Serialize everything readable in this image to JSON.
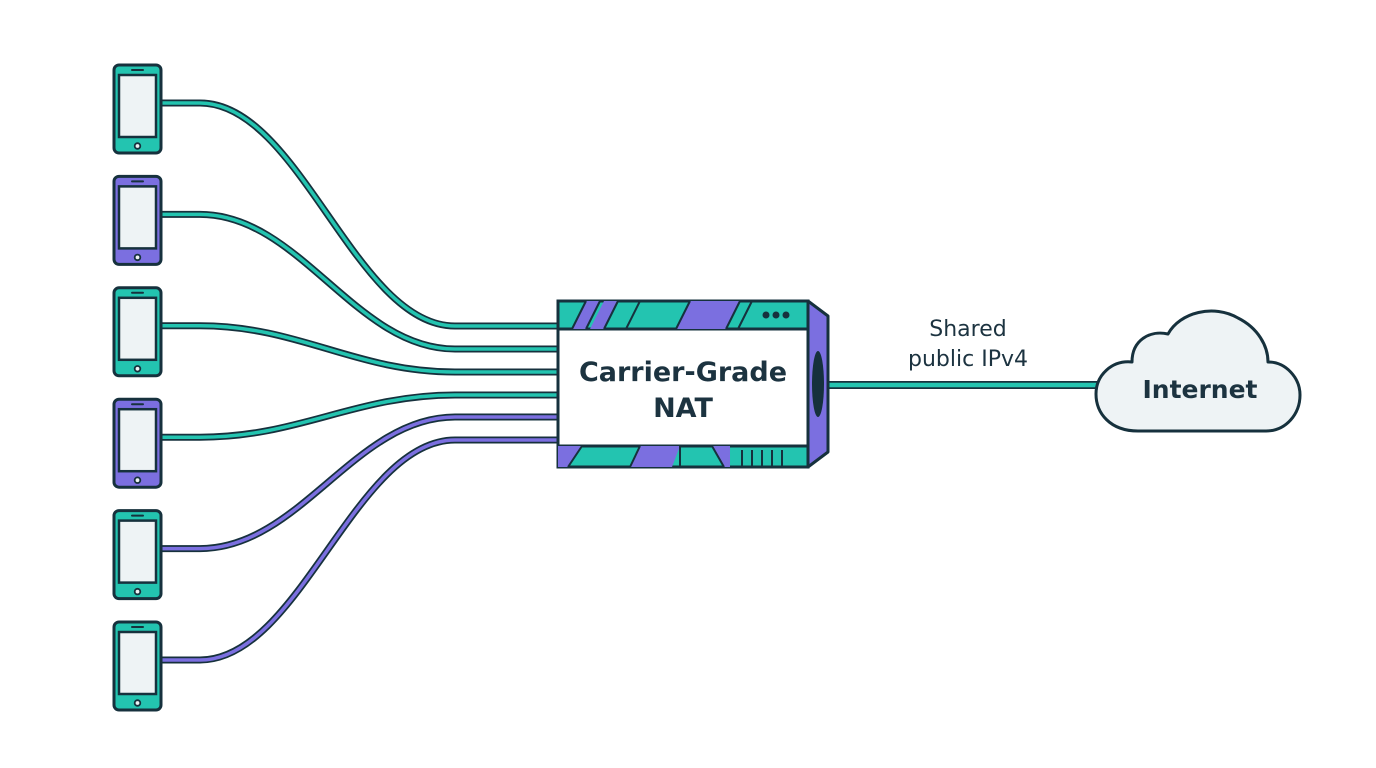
{
  "colors": {
    "teal": "#23c4b0",
    "purple": "#7b6fe0",
    "outline": "#16313d",
    "screen": "#eef3f5",
    "box_fill": "#ffffff",
    "cloud_fill": "#eef3f5"
  },
  "devices": [
    {
      "icon": "smartphone-icon",
      "color": "teal"
    },
    {
      "icon": "smartphone-icon",
      "color": "purple"
    },
    {
      "icon": "smartphone-icon",
      "color": "teal"
    },
    {
      "icon": "smartphone-icon",
      "color": "purple"
    },
    {
      "icon": "smartphone-icon",
      "color": "teal"
    },
    {
      "icon": "smartphone-icon",
      "color": "teal"
    }
  ],
  "connections": [
    {
      "from": "device-1",
      "to": "nat-box",
      "color": "teal"
    },
    {
      "from": "device-2",
      "to": "nat-box",
      "color": "teal"
    },
    {
      "from": "device-3",
      "to": "nat-box",
      "color": "teal"
    },
    {
      "from": "device-4",
      "to": "nat-box",
      "color": "teal"
    },
    {
      "from": "device-5",
      "to": "nat-box",
      "color": "purple"
    },
    {
      "from": "device-6",
      "to": "nat-box",
      "color": "purple"
    }
  ],
  "nat_box": {
    "label_line1": "Carrier-Grade",
    "label_line2": "NAT",
    "icon": "network-appliance-icon"
  },
  "uplink": {
    "label_line1": "Shared",
    "label_line2": "public IPv4",
    "color": "teal"
  },
  "cloud": {
    "label": "Internet",
    "icon": "cloud-icon"
  }
}
